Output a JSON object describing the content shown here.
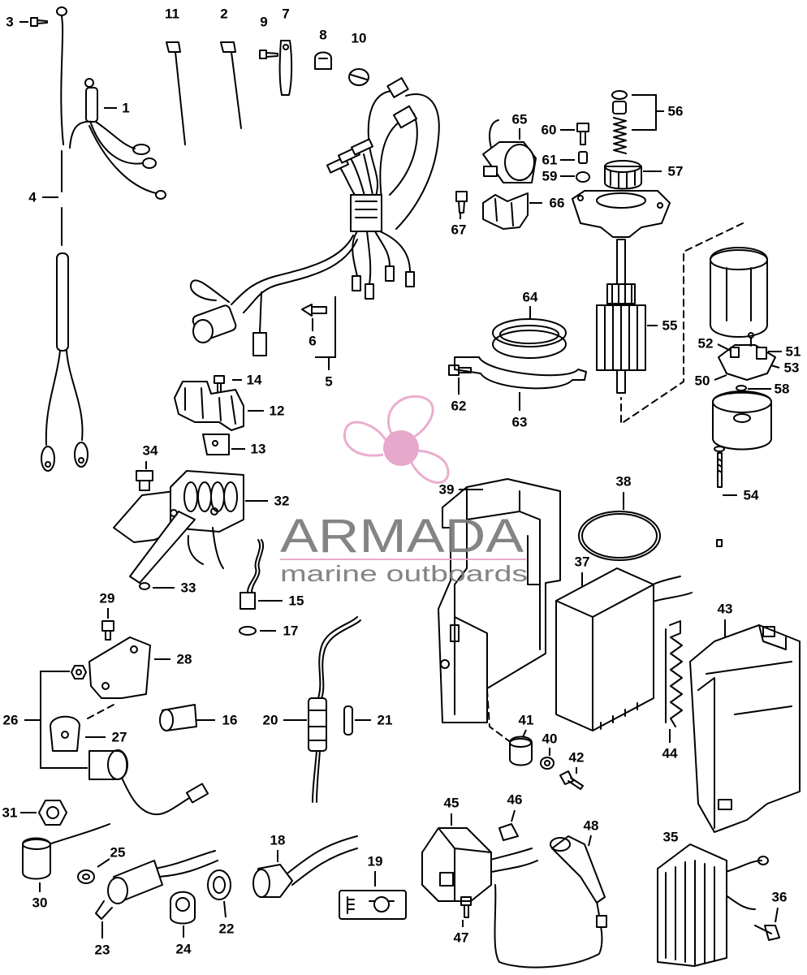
{
  "watermark": {
    "brand": "ARMADA",
    "tagline": "marine outboards",
    "brand_color": "#7a7a7a",
    "accent_color": "#e4a1c7",
    "logo_icon": "propeller-icon"
  },
  "callouts": {
    "n1": "1",
    "n2": "2",
    "n3": "3",
    "n4": "4",
    "n5": "5",
    "n6": "6",
    "n7": "7",
    "n8": "8",
    "n9": "9",
    "n10": "10",
    "n11": "11",
    "n12": "12",
    "n13": "13",
    "n14": "14",
    "n15": "15",
    "n16": "16",
    "n17": "17",
    "n18": "18",
    "n19": "19",
    "n20": "20",
    "n21": "21",
    "n22": "22",
    "n23": "23",
    "n24": "24",
    "n25": "25",
    "n26": "26",
    "n27": "27",
    "n28": "28",
    "n29": "29",
    "n30": "30",
    "n31": "31",
    "n32": "32",
    "n33": "33",
    "n34": "34",
    "n35": "35",
    "n36": "36",
    "n37": "37",
    "n38": "38",
    "n39": "39",
    "n40": "40",
    "n41": "41",
    "n42": "42",
    "n43": "43",
    "n44": "44",
    "n45": "45",
    "n46": "46",
    "n47": "47",
    "n48": "48",
    "n50": "50",
    "n51": "51",
    "n52": "52",
    "n53": "53",
    "n54": "54",
    "n55": "55",
    "n56": "56",
    "n57": "57",
    "n58": "58",
    "n59": "59",
    "n60": "60",
    "n61": "61",
    "n62": "62",
    "n63": "63",
    "n64": "64",
    "n65": "65",
    "n66": "66",
    "n67": "67"
  }
}
